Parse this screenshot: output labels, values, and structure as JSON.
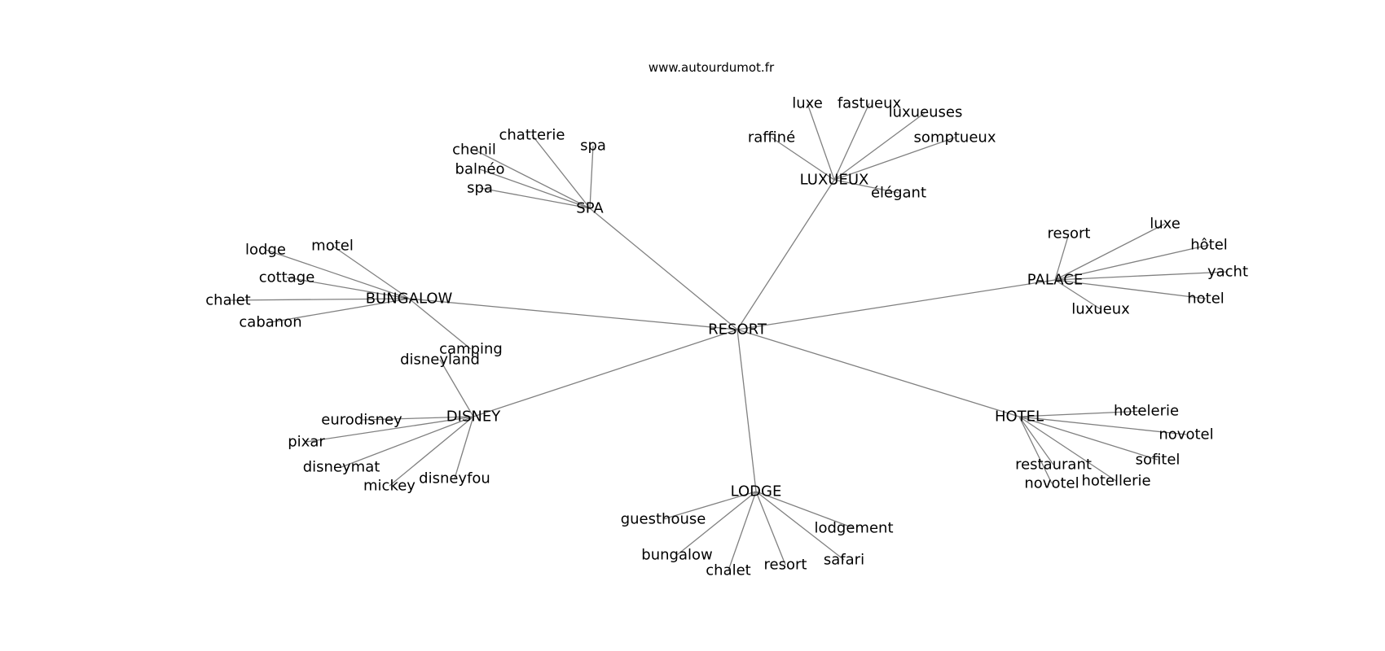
{
  "header": {
    "site": "www.autourdumot.fr"
  },
  "graph": {
    "root": "RESORT",
    "clusters": [
      {
        "id": "spa",
        "label": "SPA",
        "leaves": [
          "chatterie",
          "spa",
          "chenil",
          "balnéo",
          "spa"
        ]
      },
      {
        "id": "luxueux",
        "label": "LUXUEUX",
        "leaves": [
          "luxe",
          "fastueux",
          "luxueuses",
          "raffiné",
          "somptueux",
          "élégant"
        ]
      },
      {
        "id": "palace",
        "label": "PALACE",
        "leaves": [
          "resort",
          "luxe",
          "hôtel",
          "yacht",
          "hotel",
          "luxueux"
        ]
      },
      {
        "id": "bungalow",
        "label": "BUNGALOW",
        "leaves": [
          "lodge",
          "motel",
          "cottage",
          "chalet",
          "cabanon",
          "camping"
        ]
      },
      {
        "id": "disney",
        "label": "DISNEY",
        "leaves": [
          "disneyland",
          "eurodisney",
          "pixar",
          "disneymat",
          "mickey",
          "disneyfou"
        ]
      },
      {
        "id": "hotel",
        "label": "HOTEL",
        "leaves": [
          "hotelerie",
          "novotel",
          "sofitel",
          "restaurant",
          "novotel",
          "hotellerie"
        ]
      },
      {
        "id": "lodge",
        "label": "LODGE",
        "leaves": [
          "guesthouse",
          "lodgement",
          "bungalow",
          "safari",
          "chalet",
          "resort"
        ]
      }
    ]
  },
  "colors": {
    "edge": "#808080",
    "text": "#000000",
    "background": "#ffffff"
  }
}
